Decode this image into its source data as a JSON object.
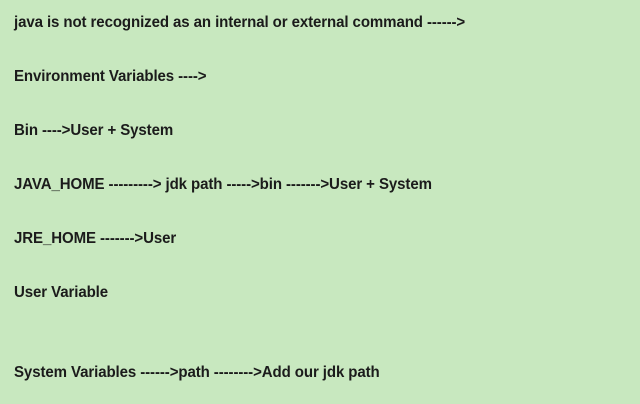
{
  "page": {
    "title": "Java Environment Variables Notes",
    "background_color": "#c8e8bf",
    "text_color": "#1b1b1b"
  },
  "notes": {
    "lines": [
      {
        "id": "error-message",
        "text": "java is not recognized as an internal or external command ------>"
      },
      {
        "id": "environment-variables",
        "text": "Environment Variables ---->"
      },
      {
        "id": "bin-mapping",
        "text": "Bin ---->User + System"
      },
      {
        "id": "java-home-mapping",
        "text": "JAVA_HOME ---------> jdk path ----->bin ------->User + System"
      },
      {
        "id": "jre-home-mapping",
        "text": "JRE_HOME ------->User"
      },
      {
        "id": "user-variable-heading",
        "text": "User Variable"
      },
      {
        "id": "system-variables-path",
        "text": "System Variables ------>path -------->Add our jdk path"
      }
    ]
  }
}
